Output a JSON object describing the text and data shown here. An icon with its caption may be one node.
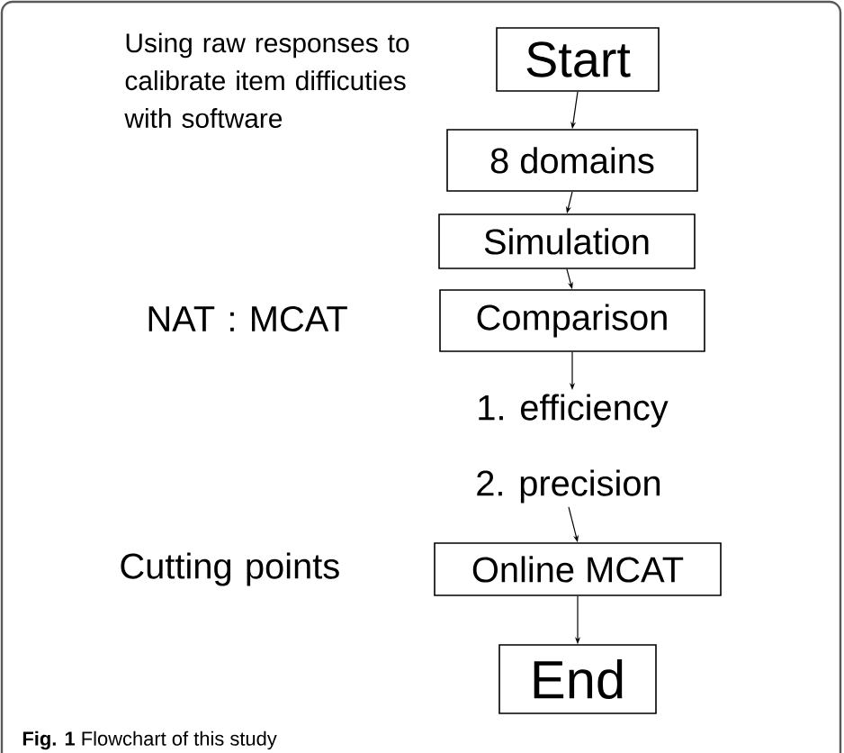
{
  "diagram": {
    "caption": "**Fig. 1** Flowchart of this study",
    "nodes": [
      {
        "text": [
          "Start"
        ]
      },
      {
        "text": [
          "8 domains"
        ]
      },
      {
        "text": [
          "Simulation"
        ]
      },
      {
        "text": [
          "Comparison"
        ]
      },
      {
        "text": [
          "1. efficiency"
        ]
      },
      {
        "text": [
          "2. precision"
        ]
      },
      {
        "text": [
          "Online MCAT"
        ]
      },
      {
        "text": [
          "End"
        ]
      }
    ],
    "edges": [
      {
        "from": 0,
        "to": 1,
        "arrow": "to"
      },
      {
        "from": 1,
        "to": 2,
        "arrow": "to"
      },
      {
        "from": 2,
        "to": 3,
        "arrow": "to"
      },
      {
        "from": 3,
        "to": 4,
        "arrow": "to"
      },
      {
        "from": 5,
        "to": 6,
        "arrow": "to"
      },
      {
        "from": 6,
        "to": 7,
        "arrow": "to"
      }
    ],
    "labels": [
      "Using raw responses to calibrate item difficuties with software",
      "NAT : MCAT",
      "Cutting points"
    ]
  }
}
